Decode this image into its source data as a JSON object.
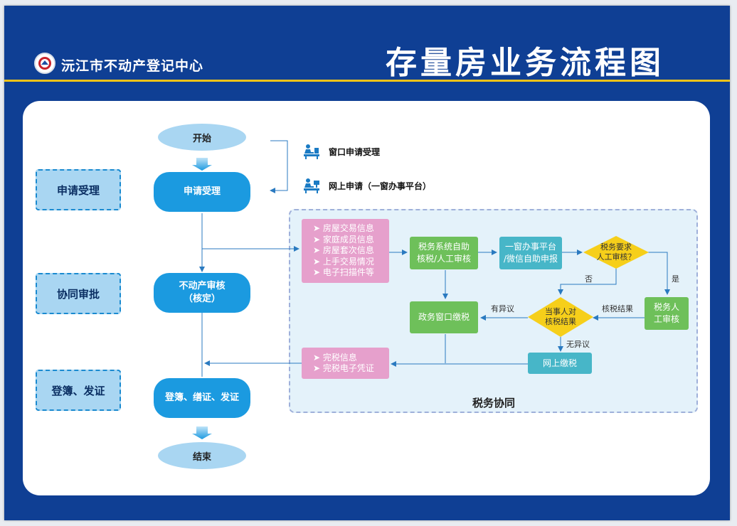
{
  "header": {
    "org_name": "沅江市不动产登记中心",
    "title": "存量房业务流程图"
  },
  "colors": {
    "background": "#0f3f94",
    "accent_line": "#f2c318",
    "stage_fill": "#a9d6f2",
    "main_step": "#1b9ae0",
    "green_step": "#6ec05a",
    "teal_step": "#47b6c8",
    "pink_step": "#e6a0cc",
    "decision": "#f6cf1a",
    "region_fill": "#e4f2fa"
  },
  "stages": [
    "申请受理",
    "协同审批",
    "登簿、发证"
  ],
  "main_flow": {
    "start": "开始",
    "apply": "申请受理",
    "review_line1": "不动产审核",
    "review_line2": "（核定）",
    "register": "登簿、缮证、发证",
    "end": "结束"
  },
  "apply_methods": [
    {
      "icon": "service-desk-icon",
      "label": "窗口申请受理"
    },
    {
      "icon": "online-service-icon",
      "label": "网上申请（一窗办事平台）"
    }
  ],
  "tax": {
    "region_title": "税务协同",
    "info_items": [
      "房屋交易信息",
      "家庭成员信息",
      "房屋套次信息",
      "上手交易情况",
      "电子扫描件等"
    ],
    "auto_review": [
      "税务系统自助",
      "核税/人工审核"
    ],
    "platform": [
      "一窗办事平台",
      "/微信自助申报"
    ],
    "decision_manual": [
      "税务要求",
      "人工审核？"
    ],
    "manual_review": [
      "税务人",
      "工审核"
    ],
    "decision_objection": [
      "当事人对",
      "核税结果"
    ],
    "window_pay": "政务窗口缴税",
    "online_pay": "网上缴税",
    "result_items": [
      "完税信息",
      "完税电子凭证"
    ],
    "labels": {
      "no": "否",
      "yes": "是",
      "tax_result": "核税结果",
      "has_objection": "有异议",
      "no_objection": "无异议"
    }
  }
}
